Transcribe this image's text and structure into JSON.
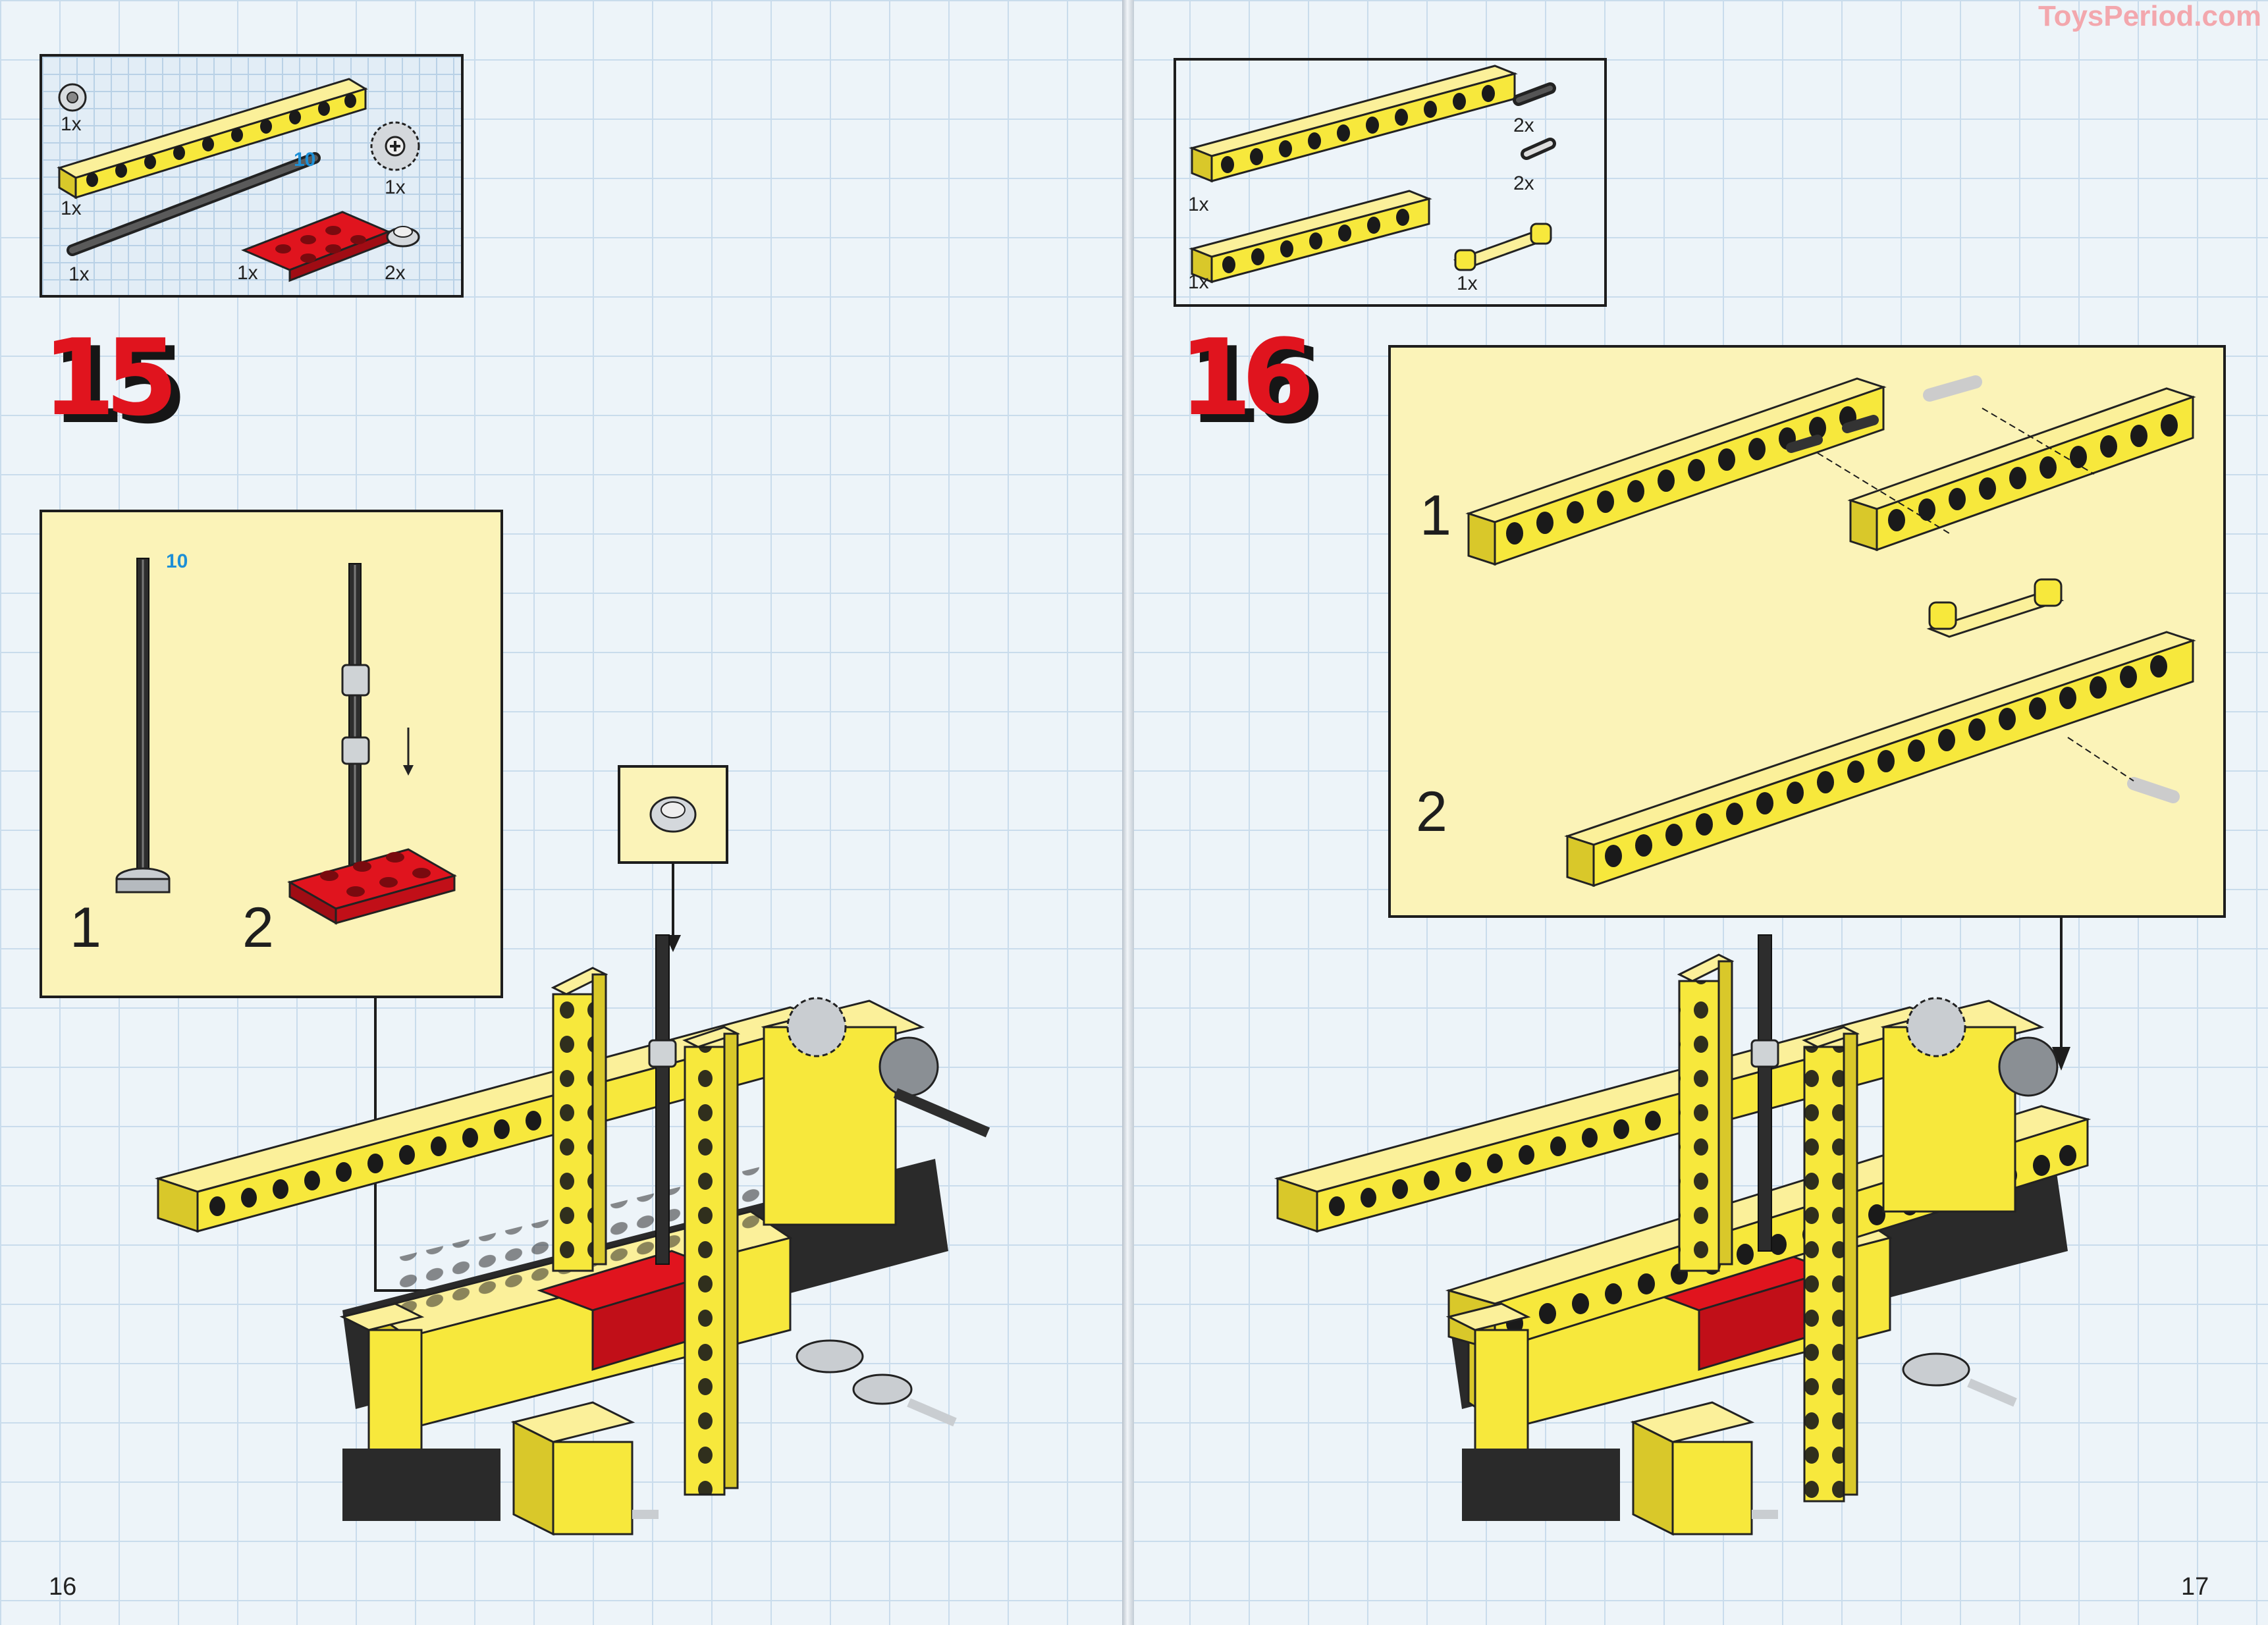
{
  "site": {
    "watermark": "ToysPeriod.com"
  },
  "colors": {
    "brick_yellow": "#f7e83c",
    "brick_red": "#e0141e",
    "axle_gray": "#3a3a3a",
    "grid_blue": "#c9dcec"
  },
  "left_page": {
    "step_number": "15",
    "page_number": "16",
    "parts": {
      "bush_qty": "1x",
      "beam_qty": "1x",
      "axle_qty": "1x",
      "axle_length": "10",
      "plate_qty": "1x",
      "gear_qty": "1x",
      "bevel_gear_qty": "2x"
    },
    "subassembly": {
      "axle_length": "10",
      "sub_step_1": "1",
      "sub_step_2": "2"
    }
  },
  "right_page": {
    "step_number": "16",
    "page_number": "17",
    "parts": {
      "pin_long_qty": "2x",
      "pin_qty": "2x",
      "beam_long_qty": "1x",
      "beam_short_qty": "1x",
      "liftarm_qty": "1x"
    },
    "subassembly": {
      "sub_step_1": "1",
      "sub_step_2": "2"
    }
  }
}
